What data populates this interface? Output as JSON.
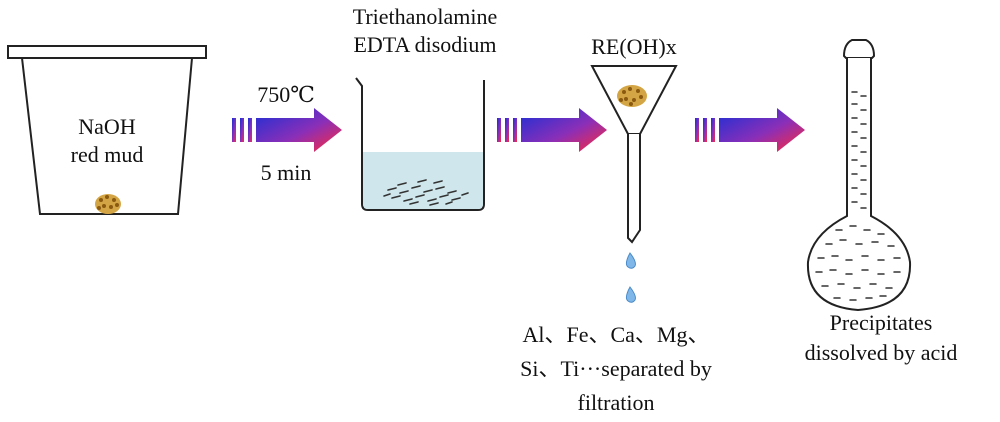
{
  "crucible_label": [
    "NaOH",
    "red mud"
  ],
  "step1_label_top": "750℃",
  "step1_label_bottom": "5 min",
  "beaker_label": [
    "Triethanolamine",
    "EDTA disodium"
  ],
  "funnel_label": "RE(OH)x",
  "filtrate_label": [
    "Al、Fe、Ca、Mg、",
    "Si、Ti···separated by",
    "filtration"
  ],
  "flask_label": [
    "Precipitates",
    "dissolved by acid"
  ],
  "colors": {
    "outline": "#222222",
    "liquid": "#cfe7ec",
    "particle": "#d4a545",
    "particle_dark": "#8a5a10",
    "drop": "#7fb8e8",
    "arrow_start": "#1a2fd6",
    "arrow_end": "#ff2a3a"
  }
}
